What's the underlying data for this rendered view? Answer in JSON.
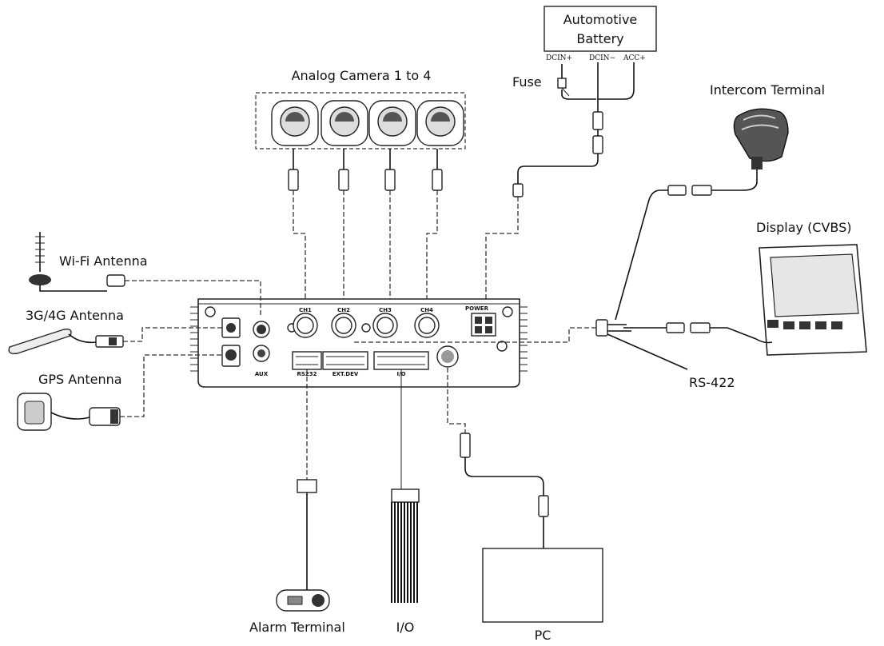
{
  "labels": {
    "battery_line1": "Automotive",
    "battery_line2": "Battery",
    "dcin_plus": "DCIN+",
    "dcin_minus": "DCIN−",
    "acc_plus": "ACC+",
    "fuse": "Fuse",
    "cameras": "Analog Camera 1 to 4",
    "intercom": "Intercom Terminal",
    "display": "Display (CVBS)",
    "wifi": "Wi-Fi Antenna",
    "cellular": "3G/4G Antenna",
    "gps": "GPS Antenna",
    "rs422": "RS-422",
    "alarm": "Alarm Terminal",
    "io": "I/O",
    "pc": "PC"
  },
  "ports": {
    "ch1": "CH1",
    "ch2": "CH2",
    "ch3": "CH3",
    "ch4": "CH4",
    "power": "POWER",
    "aux": "AUX",
    "rs232": "RS232",
    "extdev": "EXT.DEV",
    "io": "I/O"
  }
}
